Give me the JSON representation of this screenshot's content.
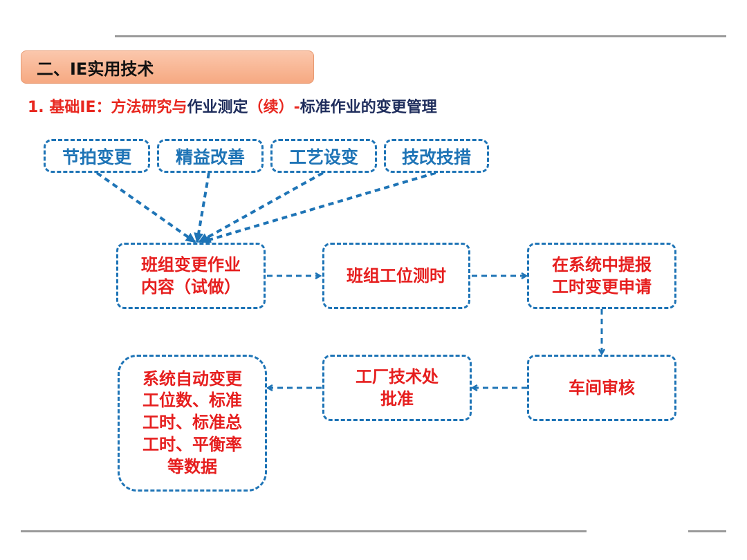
{
  "header": {
    "section_label": "二、IE实用技术",
    "subtitle_red_1": "1. 基础IE：方法研究与",
    "subtitle_navy_1": "作业测定",
    "subtitle_red_2": "（续）- ",
    "subtitle_navy_2": "标准作业的变更管理"
  },
  "diagram": {
    "triggers": [
      "节拍变更",
      "精益改善",
      "工艺设变",
      "技改技措"
    ],
    "steps": {
      "trial": "班组变更作业\n内容（试做）",
      "timing": "班组工位测时",
      "apply": "在系统中提报\n工时变更申请",
      "workshop_review": "车间审核",
      "factory_approval": "工厂技术处\n批准",
      "auto_update": "系统自动变更\n工位数、标准\n工时、标准总\n工时、平衡率\n等数据"
    },
    "colors": {
      "border": "#1e74b6",
      "trigger_text": "#1e74b6",
      "step_text": "#e61e1e",
      "tab_fill": "#f6a982",
      "title_red": "#e8271f",
      "title_navy": "#1f2d5c"
    }
  }
}
